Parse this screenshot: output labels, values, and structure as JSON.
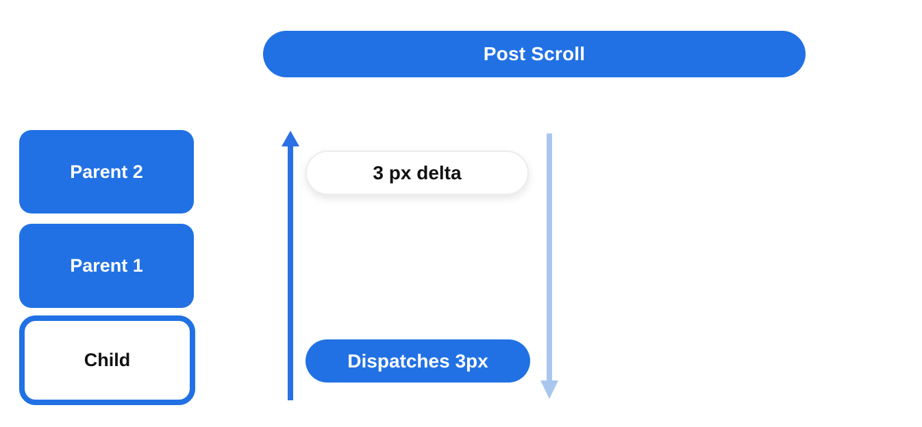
{
  "colors": {
    "primary_blue": "#2171e4",
    "arrow_blue": "#2b6fe4",
    "light_blue": "#a9c6ef",
    "text_dark": "#111111",
    "text_light": "#ffffff",
    "pill_border": "#ececec",
    "background": "#ffffff"
  },
  "banner": {
    "label": "Post Scroll"
  },
  "stack": {
    "items": [
      {
        "id": "parent-2",
        "label": "Parent 2",
        "variant": "filled"
      },
      {
        "id": "parent-1",
        "label": "Parent 1",
        "variant": "filled"
      },
      {
        "id": "child",
        "label": "Child",
        "variant": "outlined"
      }
    ]
  },
  "flow": {
    "up_arrow": {
      "direction": "up",
      "color": "#2b6fe4"
    },
    "down_arrow": {
      "direction": "down",
      "color": "#a9c6ef"
    },
    "delta_pill": {
      "label": "3 px delta"
    },
    "dispatch_pill": {
      "label": "Dispatches 3px"
    }
  }
}
